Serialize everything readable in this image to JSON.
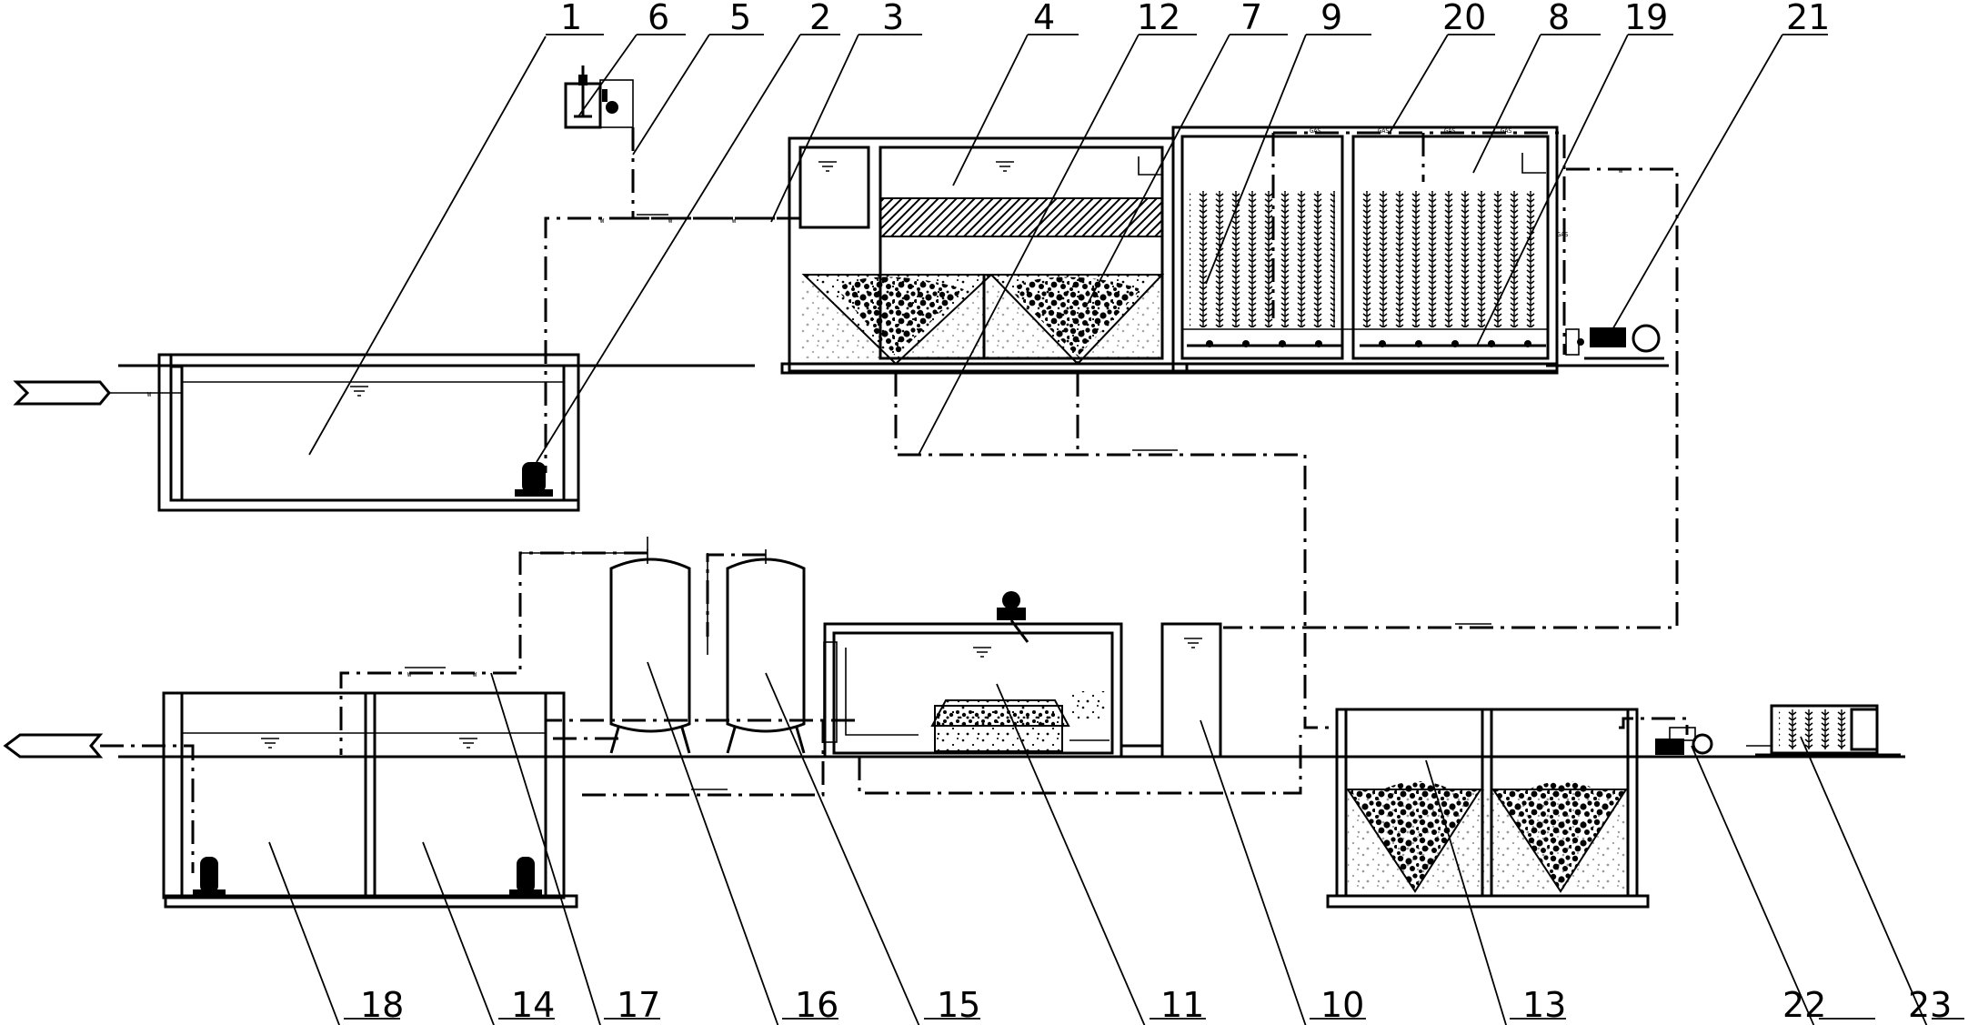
{
  "labels": {
    "1": "1",
    "2": "2",
    "3": "3",
    "4": "4",
    "5": "5",
    "6": "6",
    "7": "7",
    "8": "8",
    "9": "9",
    "10": "10",
    "11": "11",
    "12": "12",
    "13": "13",
    "14": "14",
    "15": "15",
    "16": "16",
    "17": "17",
    "18": "18",
    "19": "19",
    "20": "20",
    "21": "21",
    "22": "22",
    "23": "23"
  },
  "gas_tags": [
    "GAS",
    "GAS",
    "GAS",
    "GAS",
    "GAS"
  ]
}
